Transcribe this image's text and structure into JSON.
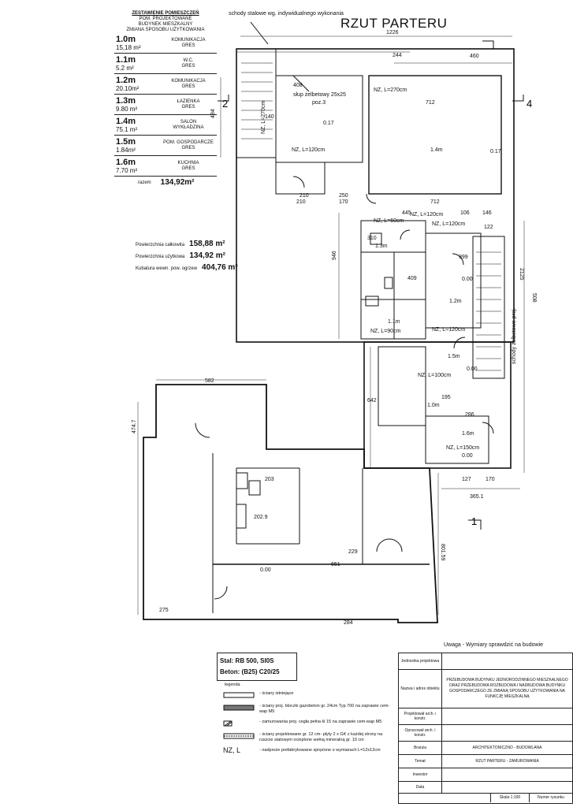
{
  "schedule": {
    "title": "ZESTAWIENIE POMIESZCZEŃ",
    "subtitle1": "POM. PROJEKTOWANE",
    "subtitle2": "BUDYNEK MIESZKALNY",
    "subtitle3": "ZMIANA SPOSOBU UŻYTKOWANIA",
    "rooms": [
      {
        "code": "1.0m",
        "area": "15,18 m²",
        "name": "KOMUNIKACJA",
        "finish": "GRES"
      },
      {
        "code": "1.1m",
        "area": "5.2 m²",
        "name": "W.C.",
        "finish": "GRES"
      },
      {
        "code": "1.2m",
        "area": "20.10m²",
        "name": "KOMUNIKACJA",
        "finish": "GRES"
      },
      {
        "code": "1.3m",
        "area": "9.80 m²",
        "name": "ŁAZIENKA",
        "finish": "GRES"
      },
      {
        "code": "1.4m",
        "area": "75.1 m²",
        "name": "SALON",
        "finish": "WYKŁADZINA"
      },
      {
        "code": "1.5m",
        "area": "1.84m²",
        "name": "POM. GOSPODARCZE",
        "finish": "GRES"
      },
      {
        "code": "1.6m",
        "area": "7.70 m²",
        "name": "KUCHNIA",
        "finish": "GRES"
      }
    ],
    "total_label": "razem",
    "total_value": "134,92m²"
  },
  "areas": {
    "gross_label": "Powierzchnia całkowita",
    "gross_value": "158,88 m²",
    "usable_label": "Powierzchnia użytkowa",
    "usable_value": "134,92 m²",
    "volume_label": "Kubatura wewn. pow. ogrzew",
    "volume_value": "404,76 m³"
  },
  "plan": {
    "title": "RZUT PARTERU",
    "stair_note": "schody stalowe wg. indywidualnego wykonania",
    "column_note": "słup żelbetowy 25x25",
    "column_pos": "poz.3",
    "section_2": "2",
    "section_4": "4",
    "dims": {
      "d1226": "1226",
      "d460": "460",
      "d244": "244",
      "d408": "408",
      "d712a": "712",
      "d712b": "712",
      "d445": "445",
      "d106": "106",
      "d146": "146",
      "d122": "122",
      "d399": "399",
      "d409": "409",
      "d310": "310",
      "d582": "582",
      "d642": "642",
      "d286": "286",
      "d195": "195",
      "d127": "127",
      "d170": "170",
      "d365": "365.1",
      "d203": "203",
      "d229": "229",
      "d651": "651",
      "d275": "275",
      "d284": "284",
      "d801": "801.59",
      "d484": "484",
      "d946": "946",
      "d508": "508",
      "d2125": "2125",
      "d474": "474.7",
      "d210a": "210",
      "d210b": "210",
      "d250": "250",
      "d170b": "170",
      "d140": "140"
    },
    "levels": {
      "l0": "0.17",
      "l1": "0.17",
      "l2": "0.00",
      "l3": "0.00",
      "l4": "0.00",
      "l5": "0.00"
    },
    "room_tags": {
      "r14": "1.4m",
      "r13": "1.3m",
      "r12": "1.2m",
      "r11": "1.1m",
      "r15": "1.5m",
      "r10": "1.0m",
      "r16": "1.6m"
    },
    "lintels": {
      "n1": "NZ, L=270cm",
      "n2": "NZ, L=270cm",
      "n3": "NZ, L=120cm",
      "n4": "NZ, L=120cm",
      "n5": "NZ, L=120cm",
      "n6": "NZ, L=90cm",
      "n7": "NZ, L=120cm",
      "n8": "NZ, L=100cm",
      "n9": "NZ, L=150cm",
      "n10": "NZ, L=60cm"
    },
    "stairs_label": "schody żelbetowe proj.",
    "area_old": "202.9",
    "section_1": "1"
  },
  "note": "Uwaga - Wymiary sprawdzić na budowie",
  "materials": {
    "line1": "Stal: RB 500, SI0S",
    "line2": "Beton: (B25) C20/25"
  },
  "legend": {
    "title": "legenda",
    "items": [
      {
        "text": "- ściany istniejące"
      },
      {
        "text": "- ściany proj. bloczki gazobeton gr. 24cm Typ 700 na zaprawie cem-wap M5"
      },
      {
        "text": "- zamurowania proj. cegła pełna kl 15 na zaprawie cem-wap M5"
      },
      {
        "text": "- ściany projektowane gr. 12 cm- płyty 2 x GK z każdej strony na ruszcie stalowym ocieplone wełną mineralną gr. 10 cm"
      },
      {
        "text": "- nadproże prefabrykowane sprężone o wymiarach L=12x12cm",
        "sym": "NZ, L"
      }
    ]
  },
  "titleblock": {
    "rows": [
      {
        "label": "Jednostka projektowa",
        "value": ""
      },
      {
        "label": "Nazwa i adres obiektu",
        "value": "PRZEBUDOWA BUDYNKU JEDNORODZINNEGO MIESZKALNEGO ORAZ PRZEBUDOWA ROZBUDOWA I NADBUDOWA BUDYNKU GOSPODARCZEGO ZE ZMIANĄ SPOSOBU UŻYTKOWANIA NA FUNKCJĘ MIESZKALNĄ"
      },
      {
        "label": "Projektował arch. i konstr.",
        "value": ""
      },
      {
        "label": "Opracował arch. i konstr.",
        "value": ""
      },
      {
        "label": "Branża",
        "value": "ARCHITEKTONICZNO - BUDOWLANA"
      },
      {
        "label": "Temat",
        "value": "RZUT PARTERU - ZAMUROWANIA"
      },
      {
        "label": "Inwestor",
        "value": ""
      },
      {
        "label": "Data",
        "value": ""
      }
    ],
    "scale": "Skala 1:100",
    "drawing_no": "Numer rysunku"
  }
}
